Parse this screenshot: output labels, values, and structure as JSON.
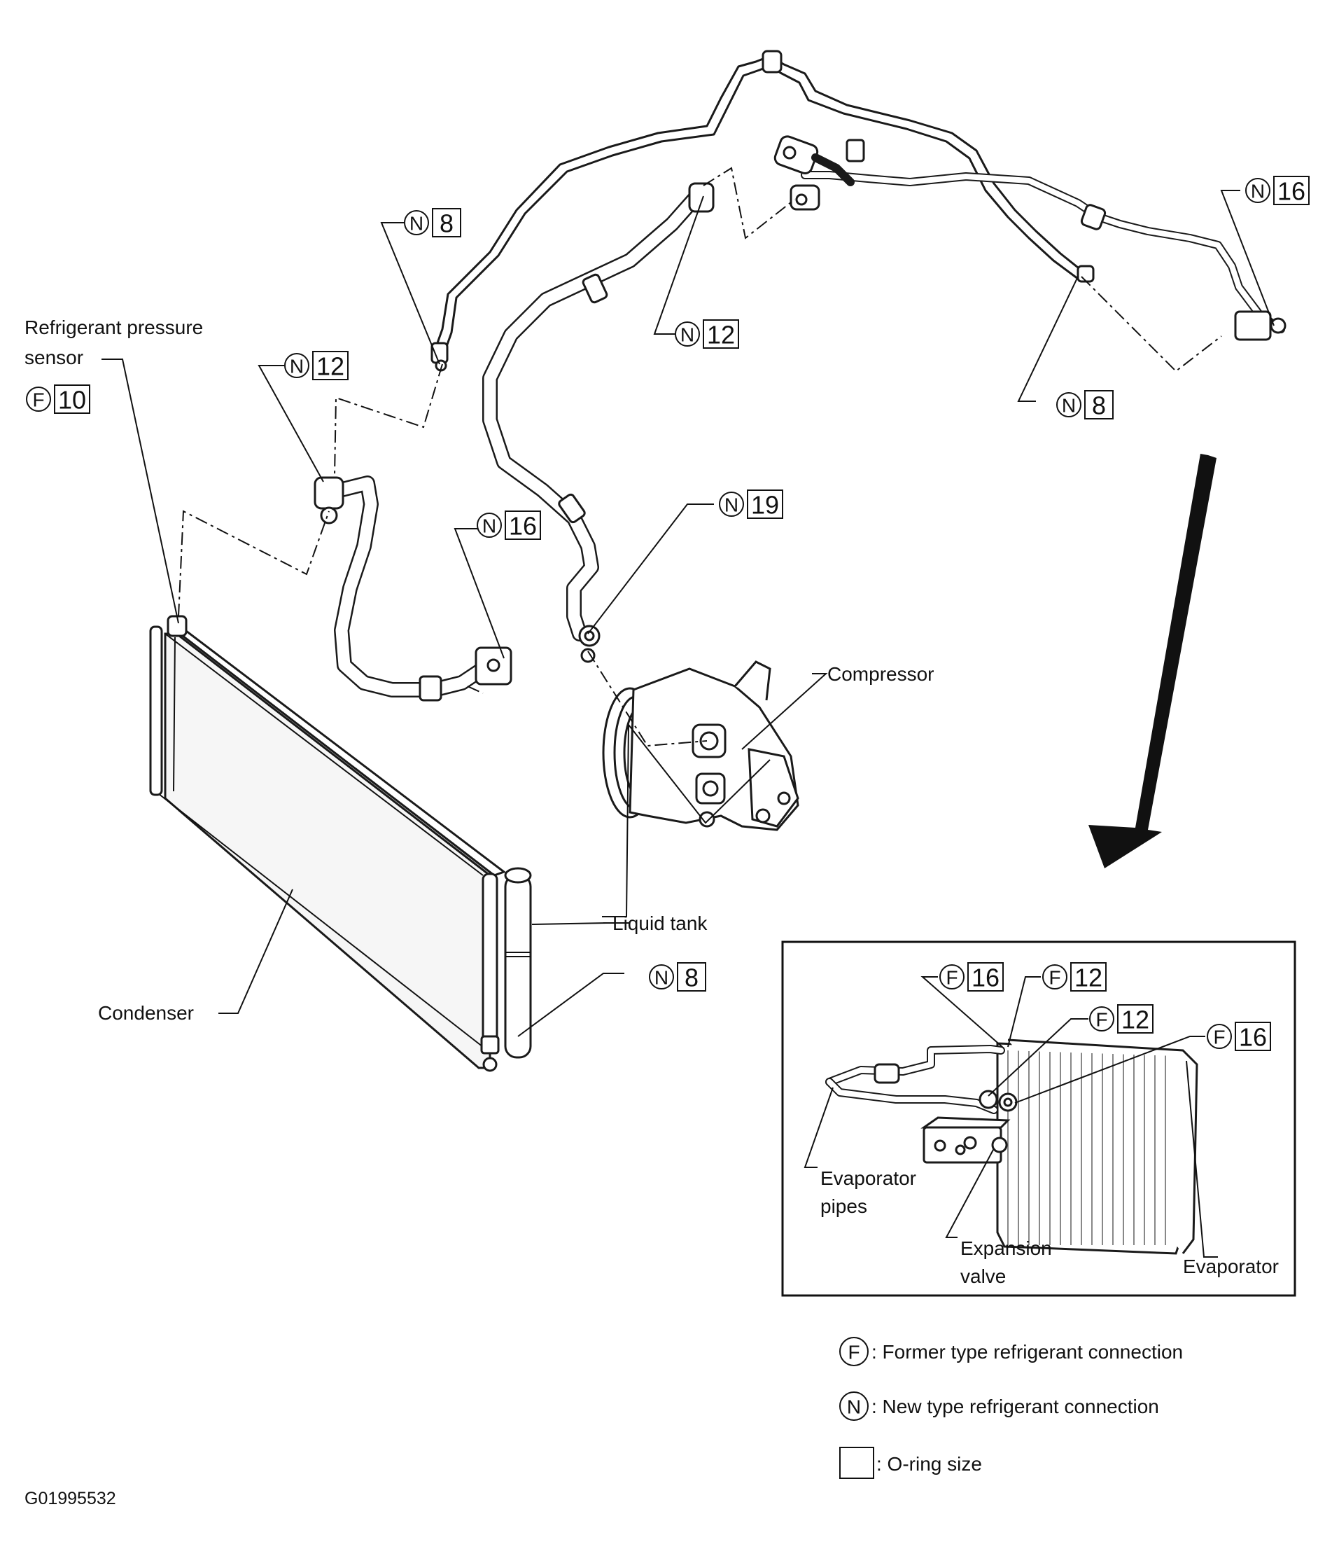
{
  "labels": {
    "refrigerant_pressure_sensor_line1": "Refrigerant pressure",
    "refrigerant_pressure_sensor_line2": "sensor",
    "compressor": "Compressor",
    "liquid_tank": "Liquid tank",
    "condenser": "Condenser",
    "evaporator_pipes_line1": "Evaporator",
    "evaporator_pipes_line2": "pipes",
    "expansion_valve_line1": "Expansion",
    "expansion_valve_line2": "valve",
    "evaporator": "Evaporator"
  },
  "callouts": [
    {
      "letter": "N",
      "size": "8"
    },
    {
      "letter": "N",
      "size": "12"
    },
    {
      "letter": "F",
      "size": "10"
    },
    {
      "letter": "N",
      "size": "12"
    },
    {
      "letter": "N",
      "size": "16"
    },
    {
      "letter": "N",
      "size": "19"
    },
    {
      "letter": "N",
      "size": "8"
    },
    {
      "letter": "N",
      "size": "16"
    },
    {
      "letter": "N",
      "size": "8"
    }
  ],
  "inset_callouts": [
    {
      "letter": "F",
      "size": "16"
    },
    {
      "letter": "F",
      "size": "12"
    },
    {
      "letter": "F",
      "size": "12"
    },
    {
      "letter": "F",
      "size": "16"
    }
  ],
  "legend": [
    {
      "symbol": "F",
      "text": ": Former type refrigerant connection"
    },
    {
      "symbol": "N",
      "text": ": New type refrigerant connection"
    },
    {
      "symbol": "",
      "text": ": O-ring size"
    }
  ],
  "figure_id": "G01995532"
}
